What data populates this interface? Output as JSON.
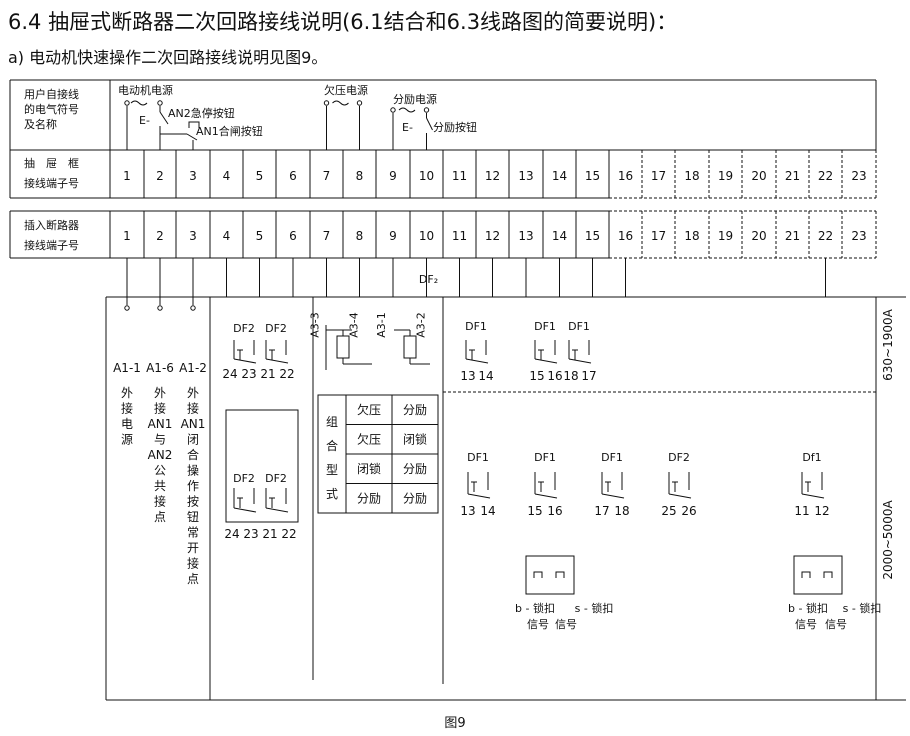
{
  "heading": "6.4 抽屉式断路器二次回路接线说明(6.1结合和6.3线路图的简要说明)：",
  "subheading": "a) 电动机快速操作二次回路接线说明见图9。",
  "figure_caption": "图9",
  "user_row_label": [
    "用户自接线",
    "的电气符号",
    "及名称"
  ],
  "drawer_row_label": [
    "抽　屉　框",
    "接线端子号"
  ],
  "breaker_row_label": [
    "插入断路器",
    "接线端子号"
  ],
  "terminals": [
    "1",
    "2",
    "3",
    "4",
    "5",
    "6",
    "7",
    "8",
    "9",
    "10",
    "11",
    "12",
    "13",
    "14",
    "15",
    "16",
    "17",
    "18",
    "19",
    "20",
    "21",
    "22",
    "23"
  ],
  "user_symbols": {
    "motor_power": "电动机电源",
    "an2": "AN2急停按钮",
    "an1": "AN1合闸按钮",
    "undervoltage_power": "欠压电源",
    "shunt_power": "分励电源",
    "shunt_button": "分励按钮"
  },
  "df2_wire_label": "DF₂",
  "left_columns": [
    {
      "code": "A1-1",
      "text": [
        "外",
        "接",
        "电",
        "源"
      ]
    },
    {
      "code": "A1-6",
      "text": [
        "外",
        "接",
        "AN1",
        "与",
        "AN2",
        "公",
        "共",
        "接",
        "点"
      ]
    },
    {
      "code": "A1-2",
      "text": [
        "外",
        "接",
        "AN1",
        "闭",
        "合",
        "操",
        "作",
        "按",
        "钮",
        "常",
        "开",
        "接",
        "点"
      ]
    }
  ],
  "a3_labels": [
    "A3-3",
    "A3-4",
    "A3-1",
    "A3-2"
  ],
  "combo_table": {
    "title": [
      "组",
      "合",
      "型",
      "式"
    ],
    "rows": [
      [
        "欠压",
        "分励"
      ],
      [
        "欠压",
        "闭锁"
      ],
      [
        "闭锁",
        "分励"
      ],
      [
        "分励",
        "分励"
      ]
    ]
  },
  "upper_section": {
    "range": "630~1900A",
    "df2_pair": {
      "labels": [
        "DF2",
        "DF2"
      ],
      "pins": [
        "24",
        "23",
        "21",
        "22"
      ]
    },
    "df1_groups": [
      {
        "label": "DF1",
        "pins": [
          "13",
          "14"
        ]
      },
      {
        "label": "DF1",
        "pins": [
          "15",
          "16"
        ]
      },
      {
        "label": "DF1",
        "pins": [
          "18",
          "17"
        ]
      }
    ]
  },
  "lower_section": {
    "range": "2000~5000A",
    "df2_pair": {
      "labels": [
        "DF2",
        "DF2"
      ],
      "pins": [
        "24",
        "23",
        "21",
        "22"
      ]
    },
    "contacts": [
      {
        "label": "DF1",
        "pins": [
          "13",
          "14"
        ]
      },
      {
        "label": "DF1",
        "pins": [
          "15",
          "16"
        ]
      },
      {
        "label": "DF1",
        "pins": [
          "17",
          "18"
        ]
      },
      {
        "label": "DF2",
        "pins": [
          "25",
          "26"
        ]
      },
      {
        "label": "Df1",
        "pins": [
          "11",
          "12"
        ]
      }
    ],
    "lock_signals": [
      "b - 锁扣",
      "s - 锁扣",
      "信号",
      "信号"
    ]
  }
}
